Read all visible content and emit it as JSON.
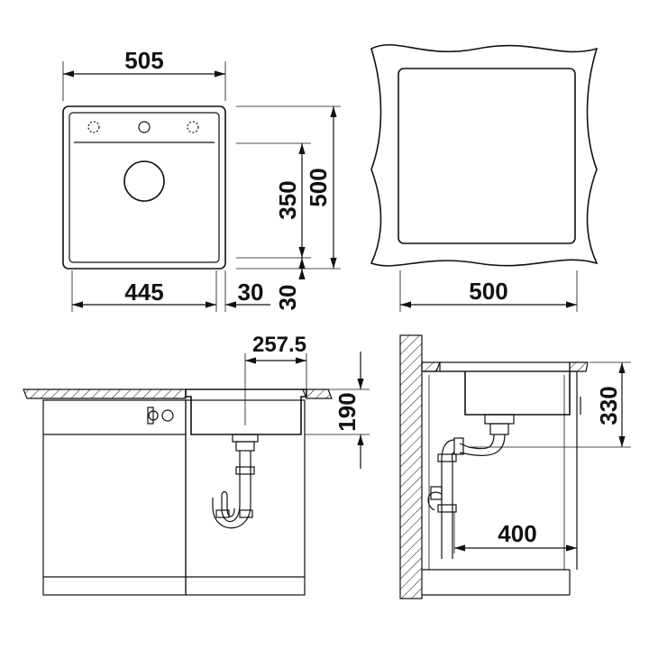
{
  "dimensions": {
    "overall_width": "505",
    "bowl_width": "445",
    "rim_right": "30",
    "rim_bottom": "30",
    "bowl_depth_front": "350",
    "overall_depth": "500",
    "cutout_width": "500",
    "drain_offset": "257.5",
    "bowl_height": "190",
    "installation_height": "330",
    "min_cabinet": "400"
  }
}
